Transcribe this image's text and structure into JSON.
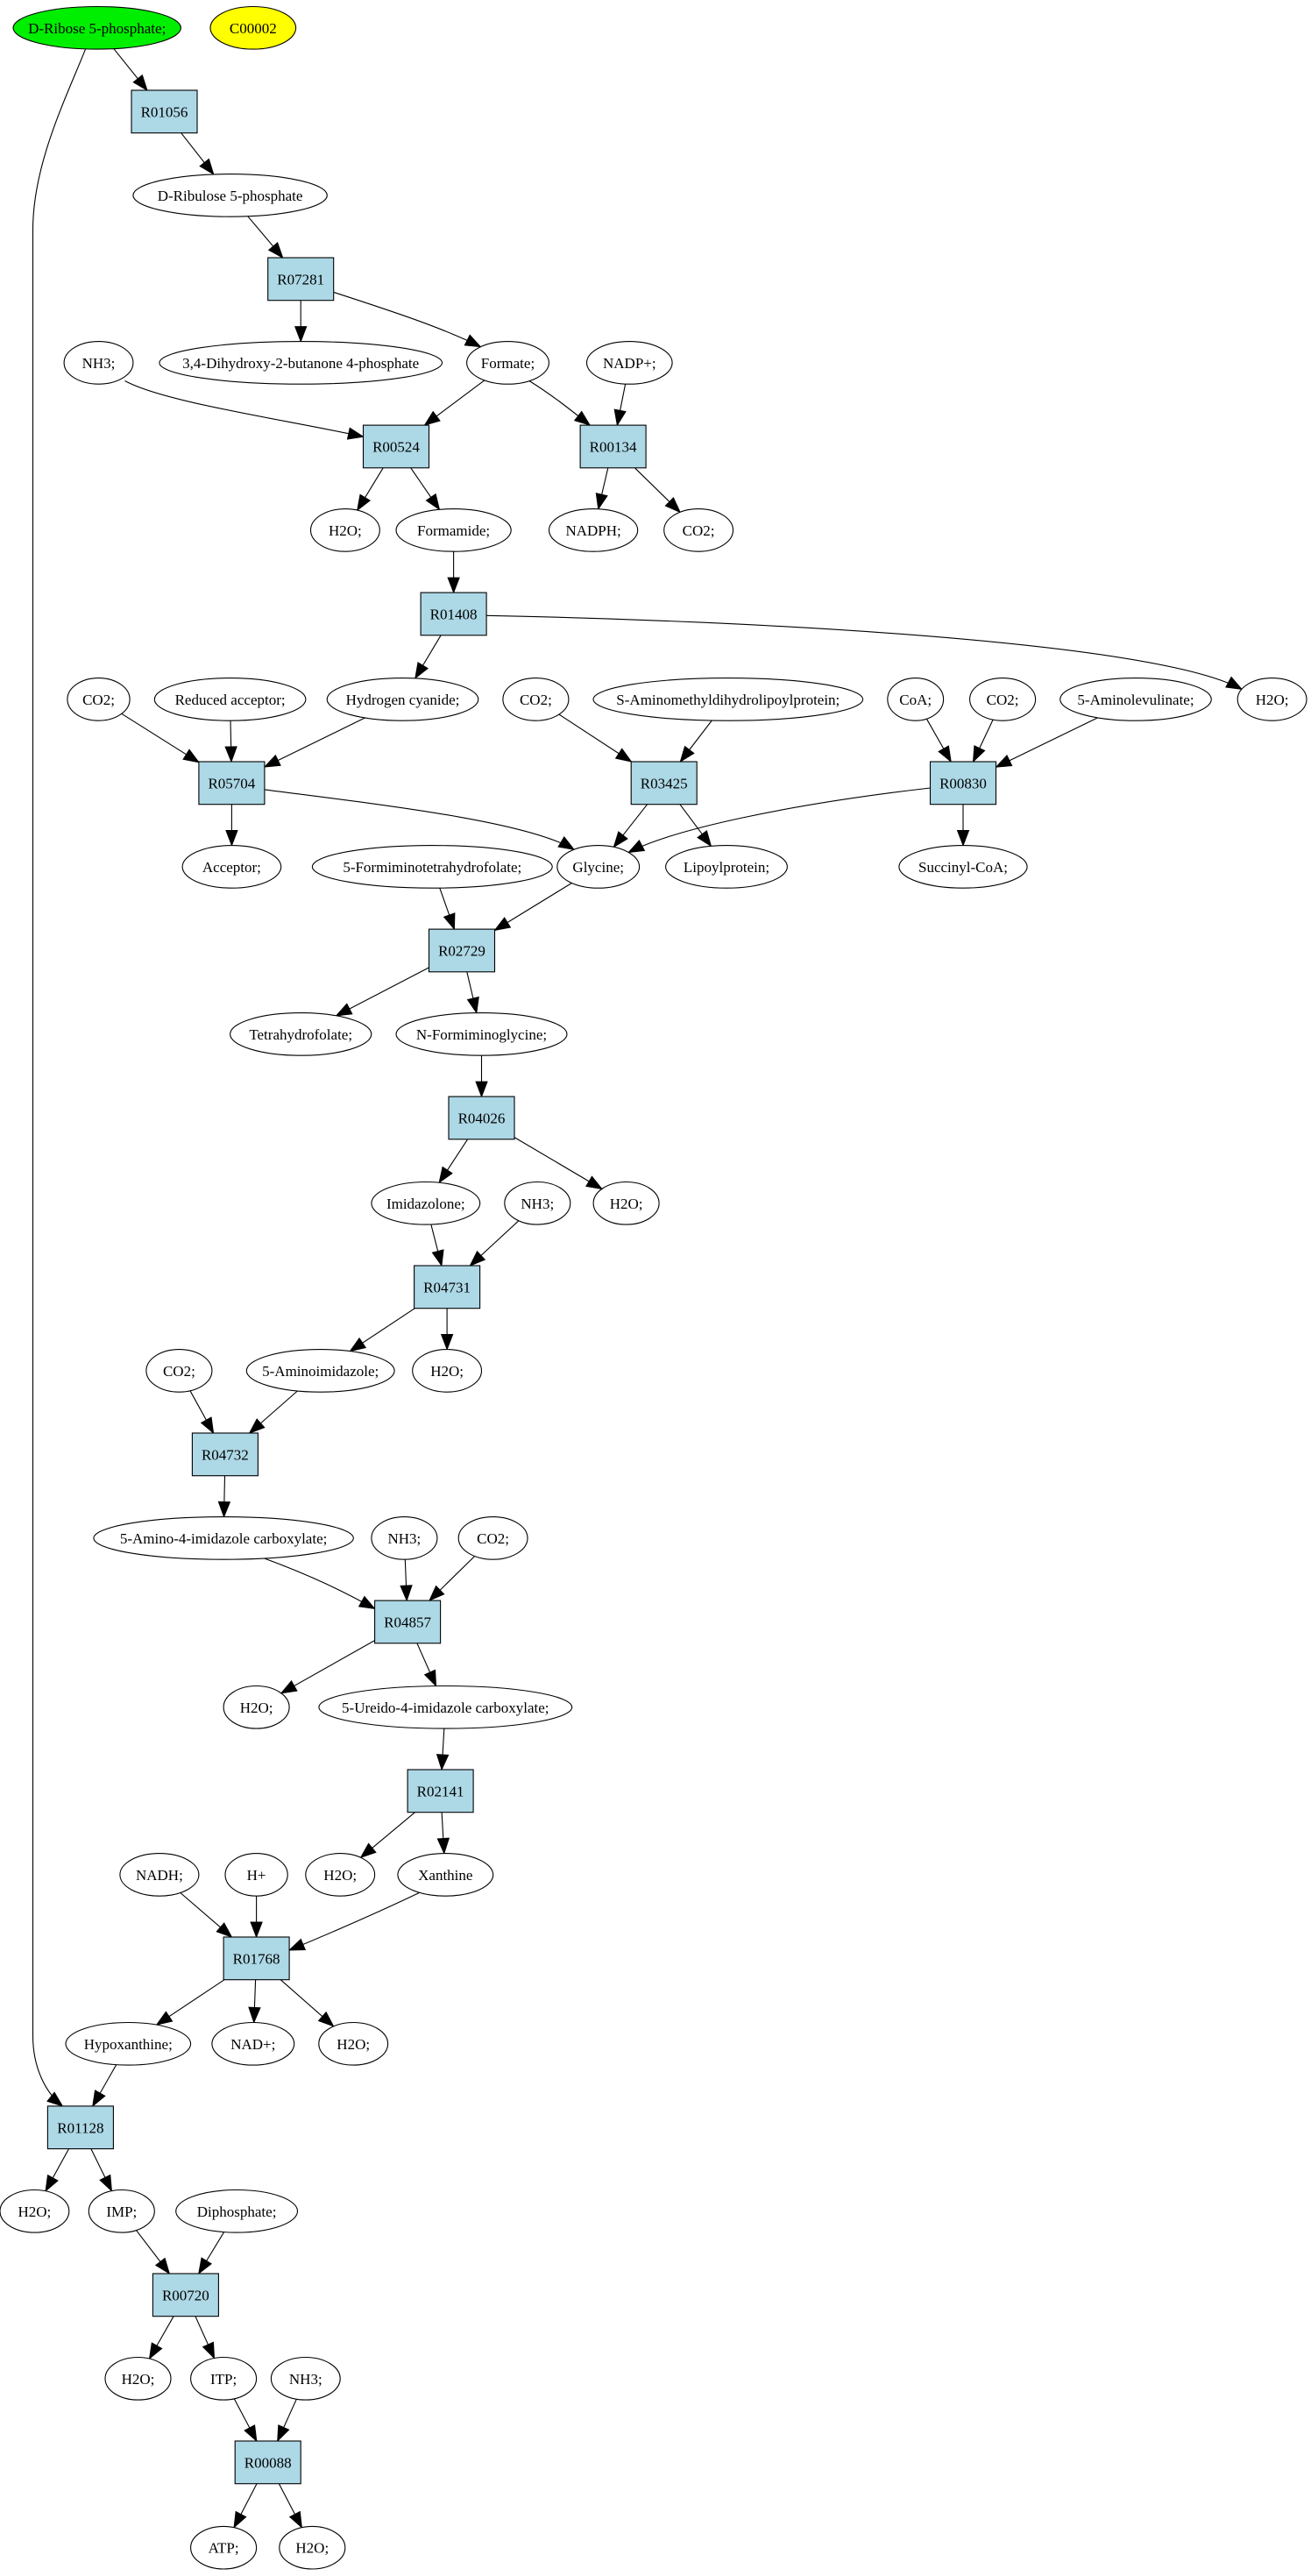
{
  "colors": {
    "source_compound": "#00ee00",
    "target_compound": "#ffff00",
    "compound": "#ffffff",
    "reaction": "#add8e6",
    "edge": "#000000"
  },
  "nodes": [
    {
      "id": "n_ribose5p",
      "type": "compound",
      "label": "D-Ribose 5-phosphate;",
      "role": "source"
    },
    {
      "id": "n_c00002",
      "type": "compound",
      "label": "C00002",
      "role": "target"
    },
    {
      "id": "r_R01056",
      "type": "reaction",
      "label": "R01056"
    },
    {
      "id": "n_ribulose5p",
      "type": "compound",
      "label": "D-Ribulose 5-phosphate"
    },
    {
      "id": "r_R07281",
      "type": "reaction",
      "label": "R07281"
    },
    {
      "id": "n_dhbp",
      "type": "compound",
      "label": "3,4-Dihydroxy-2-butanone 4-phosphate"
    },
    {
      "id": "n_formate",
      "type": "compound",
      "label": "Formate;"
    },
    {
      "id": "n_nh3_a",
      "type": "compound",
      "label": "NH3;"
    },
    {
      "id": "n_nadp",
      "type": "compound",
      "label": "NADP+;"
    },
    {
      "id": "r_R00524",
      "type": "reaction",
      "label": "R00524"
    },
    {
      "id": "r_R00134",
      "type": "reaction",
      "label": "R00134"
    },
    {
      "id": "n_h2o_a",
      "type": "compound",
      "label": "H2O;"
    },
    {
      "id": "n_formamide",
      "type": "compound",
      "label": "Formamide;"
    },
    {
      "id": "n_nadph",
      "type": "compound",
      "label": "NADPH;"
    },
    {
      "id": "n_co2_a",
      "type": "compound",
      "label": "CO2;"
    },
    {
      "id": "r_R01408",
      "type": "reaction",
      "label": "R01408"
    },
    {
      "id": "n_co2_b",
      "type": "compound",
      "label": "CO2;"
    },
    {
      "id": "n_redacc",
      "type": "compound",
      "label": "Reduced acceptor;"
    },
    {
      "id": "n_hcn",
      "type": "compound",
      "label": "Hydrogen cyanide;"
    },
    {
      "id": "n_co2_c",
      "type": "compound",
      "label": "CO2;"
    },
    {
      "id": "n_samdlp",
      "type": "compound",
      "label": "S-Aminomethyldihydrolipoylprotein;"
    },
    {
      "id": "n_coa",
      "type": "compound",
      "label": "CoA;"
    },
    {
      "id": "n_co2_d",
      "type": "compound",
      "label": "CO2;"
    },
    {
      "id": "n_ala5",
      "type": "compound",
      "label": "5-Aminolevulinate;"
    },
    {
      "id": "n_h2o_b",
      "type": "compound",
      "label": "H2O;"
    },
    {
      "id": "r_R05704",
      "type": "reaction",
      "label": "R05704"
    },
    {
      "id": "r_R03425",
      "type": "reaction",
      "label": "R03425"
    },
    {
      "id": "r_R00830",
      "type": "reaction",
      "label": "R00830"
    },
    {
      "id": "n_acceptor",
      "type": "compound",
      "label": "Acceptor;"
    },
    {
      "id": "n_fthf",
      "type": "compound",
      "label": "5-Formiminotetrahydrofolate;"
    },
    {
      "id": "n_glycine",
      "type": "compound",
      "label": "Glycine;"
    },
    {
      "id": "n_lipoyl",
      "type": "compound",
      "label": "Lipoylprotein;"
    },
    {
      "id": "n_succoa",
      "type": "compound",
      "label": "Succinyl-CoA;"
    },
    {
      "id": "r_R02729",
      "type": "reaction",
      "label": "R02729"
    },
    {
      "id": "n_thf",
      "type": "compound",
      "label": "Tetrahydrofolate;"
    },
    {
      "id": "n_nfg",
      "type": "compound",
      "label": "N-Formiminoglycine;"
    },
    {
      "id": "r_R04026",
      "type": "reaction",
      "label": "R04026"
    },
    {
      "id": "n_imidazolone",
      "type": "compound",
      "label": "Imidazolone;"
    },
    {
      "id": "n_nh3_b",
      "type": "compound",
      "label": "NH3;"
    },
    {
      "id": "n_h2o_c",
      "type": "compound",
      "label": "H2O;"
    },
    {
      "id": "r_R04731",
      "type": "reaction",
      "label": "R04731"
    },
    {
      "id": "n_co2_e",
      "type": "compound",
      "label": "CO2;"
    },
    {
      "id": "n_aminoimid",
      "type": "compound",
      "label": "5-Aminoimidazole;"
    },
    {
      "id": "n_h2o_d",
      "type": "compound",
      "label": "H2O;"
    },
    {
      "id": "r_R04732",
      "type": "reaction",
      "label": "R04732"
    },
    {
      "id": "n_aic",
      "type": "compound",
      "label": "5-Amino-4-imidazole carboxylate;"
    },
    {
      "id": "n_nh3_c",
      "type": "compound",
      "label": "NH3;"
    },
    {
      "id": "n_co2_f",
      "type": "compound",
      "label": "CO2;"
    },
    {
      "id": "r_R04857",
      "type": "reaction",
      "label": "R04857"
    },
    {
      "id": "n_h2o_e",
      "type": "compound",
      "label": "H2O;"
    },
    {
      "id": "n_uic",
      "type": "compound",
      "label": "5-Ureido-4-imidazole carboxylate;"
    },
    {
      "id": "r_R02141",
      "type": "reaction",
      "label": "R02141"
    },
    {
      "id": "n_h2o_f",
      "type": "compound",
      "label": "H2O;"
    },
    {
      "id": "n_xanthine",
      "type": "compound",
      "label": "Xanthine"
    },
    {
      "id": "n_nadh",
      "type": "compound",
      "label": "NADH;"
    },
    {
      "id": "n_hplus",
      "type": "compound",
      "label": "H+"
    },
    {
      "id": "r_R01768",
      "type": "reaction",
      "label": "R01768"
    },
    {
      "id": "n_hypox",
      "type": "compound",
      "label": "Hypoxanthine;"
    },
    {
      "id": "n_nad",
      "type": "compound",
      "label": "NAD+;"
    },
    {
      "id": "n_h2o_g",
      "type": "compound",
      "label": "H2O;"
    },
    {
      "id": "r_R01128",
      "type": "reaction",
      "label": "R01128"
    },
    {
      "id": "n_h2o_h",
      "type": "compound",
      "label": "H2O;"
    },
    {
      "id": "n_imp",
      "type": "compound",
      "label": "IMP;"
    },
    {
      "id": "n_diphos",
      "type": "compound",
      "label": "Diphosphate;"
    },
    {
      "id": "r_R00720",
      "type": "reaction",
      "label": "R00720"
    },
    {
      "id": "n_h2o_i",
      "type": "compound",
      "label": "H2O;"
    },
    {
      "id": "n_itp",
      "type": "compound",
      "label": "ITP;"
    },
    {
      "id": "n_nh3_d",
      "type": "compound",
      "label": "NH3;"
    },
    {
      "id": "r_R00088",
      "type": "reaction",
      "label": "R00088"
    },
    {
      "id": "n_atp",
      "type": "compound",
      "label": "ATP;"
    },
    {
      "id": "n_h2o_j",
      "type": "compound",
      "label": "H2O;"
    }
  ],
  "edges": [
    {
      "from": "n_ribose5p",
      "to": "r_R01056"
    },
    {
      "from": "r_R01056",
      "to": "n_ribulose5p"
    },
    {
      "from": "n_ribulose5p",
      "to": "r_R07281"
    },
    {
      "from": "r_R07281",
      "to": "n_dhbp"
    },
    {
      "from": "r_R07281",
      "to": "n_formate"
    },
    {
      "from": "n_nh3_a",
      "to": "r_R00524"
    },
    {
      "from": "n_formate",
      "to": "r_R00524"
    },
    {
      "from": "n_formate",
      "to": "r_R00134"
    },
    {
      "from": "n_nadp",
      "to": "r_R00134"
    },
    {
      "from": "r_R00524",
      "to": "n_h2o_a"
    },
    {
      "from": "r_R00524",
      "to": "n_formamide"
    },
    {
      "from": "r_R00134",
      "to": "n_nadph"
    },
    {
      "from": "r_R00134",
      "to": "n_co2_a"
    },
    {
      "from": "n_formamide",
      "to": "r_R01408"
    },
    {
      "from": "r_R01408",
      "to": "n_hcn"
    },
    {
      "from": "r_R01408",
      "to": "n_h2o_b"
    },
    {
      "from": "n_co2_b",
      "to": "r_R05704"
    },
    {
      "from": "n_redacc",
      "to": "r_R05704"
    },
    {
      "from": "n_hcn",
      "to": "r_R05704"
    },
    {
      "from": "n_co2_c",
      "to": "r_R03425"
    },
    {
      "from": "n_samdlp",
      "to": "r_R03425"
    },
    {
      "from": "n_coa",
      "to": "r_R00830"
    },
    {
      "from": "n_co2_d",
      "to": "r_R00830"
    },
    {
      "from": "n_ala5",
      "to": "r_R00830"
    },
    {
      "from": "r_R05704",
      "to": "n_acceptor"
    },
    {
      "from": "r_R05704",
      "to": "n_glycine"
    },
    {
      "from": "r_R03425",
      "to": "n_glycine"
    },
    {
      "from": "r_R03425",
      "to": "n_lipoyl"
    },
    {
      "from": "r_R00830",
      "to": "n_glycine"
    },
    {
      "from": "r_R00830",
      "to": "n_succoa"
    },
    {
      "from": "n_fthf",
      "to": "r_R02729"
    },
    {
      "from": "n_glycine",
      "to": "r_R02729"
    },
    {
      "from": "r_R02729",
      "to": "n_thf"
    },
    {
      "from": "r_R02729",
      "to": "n_nfg"
    },
    {
      "from": "n_nfg",
      "to": "r_R04026"
    },
    {
      "from": "r_R04026",
      "to": "n_imidazolone"
    },
    {
      "from": "r_R04026",
      "to": "n_h2o_c"
    },
    {
      "from": "n_imidazolone",
      "to": "r_R04731"
    },
    {
      "from": "n_nh3_b",
      "to": "r_R04731"
    },
    {
      "from": "r_R04731",
      "to": "n_aminoimid"
    },
    {
      "from": "r_R04731",
      "to": "n_h2o_d"
    },
    {
      "from": "n_co2_e",
      "to": "r_R04732"
    },
    {
      "from": "n_aminoimid",
      "to": "r_R04732"
    },
    {
      "from": "r_R04732",
      "to": "n_aic"
    },
    {
      "from": "n_aic",
      "to": "r_R04857"
    },
    {
      "from": "n_nh3_c",
      "to": "r_R04857"
    },
    {
      "from": "n_co2_f",
      "to": "r_R04857"
    },
    {
      "from": "r_R04857",
      "to": "n_h2o_e"
    },
    {
      "from": "r_R04857",
      "to": "n_uic"
    },
    {
      "from": "n_uic",
      "to": "r_R02141"
    },
    {
      "from": "r_R02141",
      "to": "n_h2o_f"
    },
    {
      "from": "r_R02141",
      "to": "n_xanthine"
    },
    {
      "from": "n_nadh",
      "to": "r_R01768"
    },
    {
      "from": "n_hplus",
      "to": "r_R01768"
    },
    {
      "from": "n_xanthine",
      "to": "r_R01768"
    },
    {
      "from": "r_R01768",
      "to": "n_hypox"
    },
    {
      "from": "r_R01768",
      "to": "n_nad"
    },
    {
      "from": "r_R01768",
      "to": "n_h2o_g"
    },
    {
      "from": "n_ribose5p",
      "to": "r_R01128"
    },
    {
      "from": "n_hypox",
      "to": "r_R01128"
    },
    {
      "from": "r_R01128",
      "to": "n_h2o_h"
    },
    {
      "from": "r_R01128",
      "to": "n_imp"
    },
    {
      "from": "n_imp",
      "to": "r_R00720"
    },
    {
      "from": "n_diphos",
      "to": "r_R00720"
    },
    {
      "from": "r_R00720",
      "to": "n_h2o_i"
    },
    {
      "from": "r_R00720",
      "to": "n_itp"
    },
    {
      "from": "n_itp",
      "to": "r_R00088"
    },
    {
      "from": "n_nh3_d",
      "to": "r_R00088"
    },
    {
      "from": "r_R00088",
      "to": "n_atp"
    },
    {
      "from": "r_R00088",
      "to": "n_h2o_j"
    }
  ]
}
